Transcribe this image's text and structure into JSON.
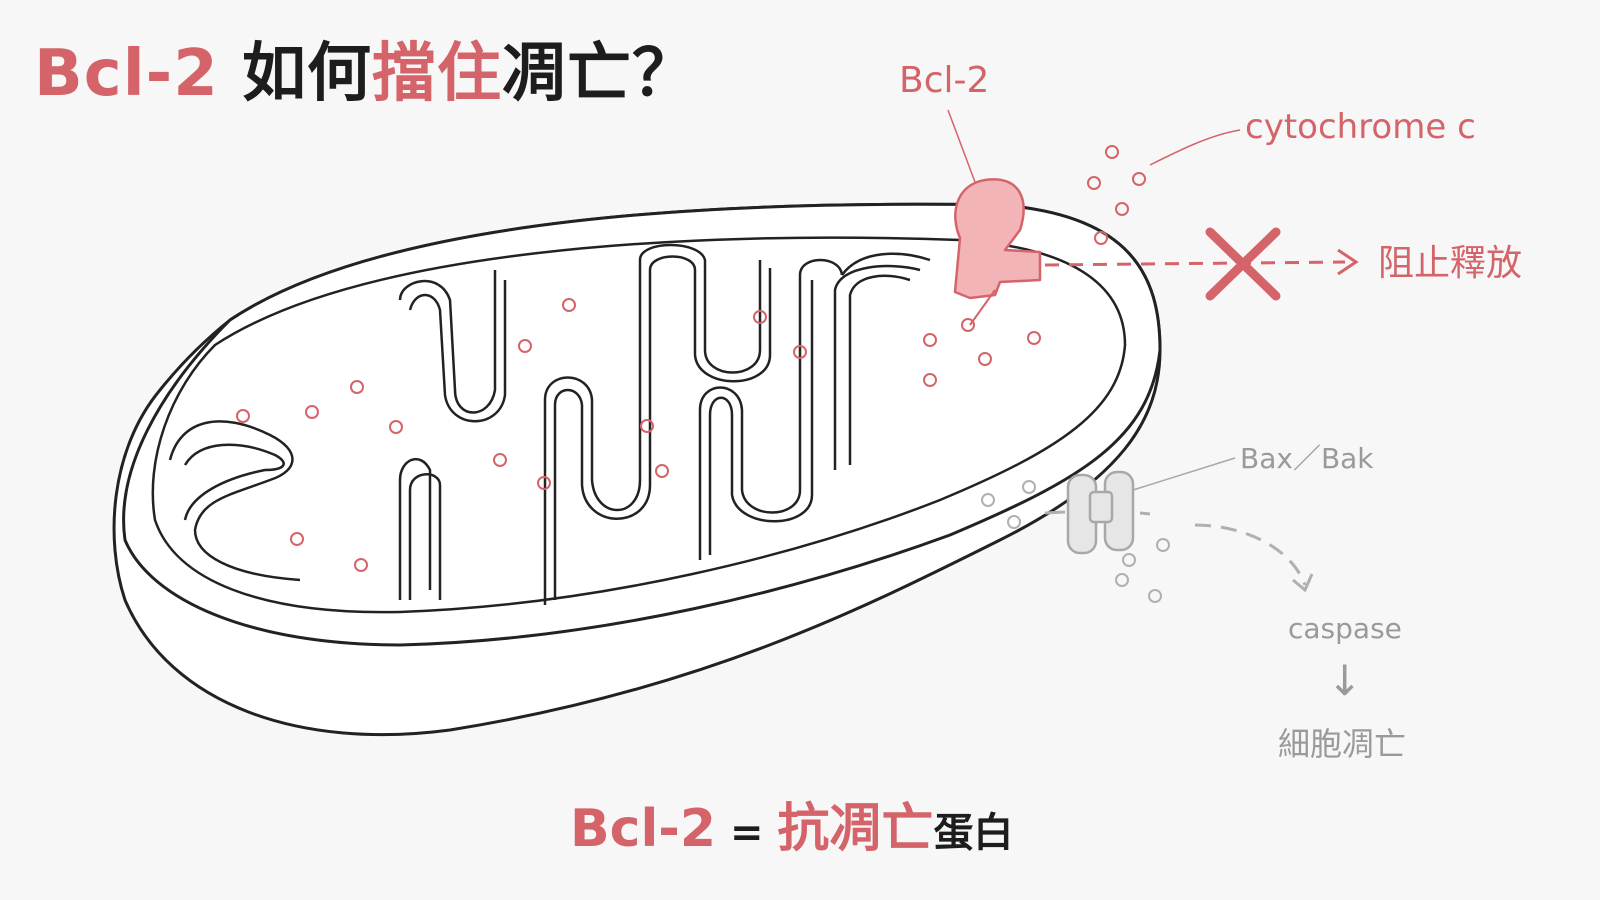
{
  "title": {
    "prefix": "Bcl-2",
    "part1": " 如何",
    "highlight": "擋住",
    "part2": "凋亡？"
  },
  "labels": {
    "bcl2": "Bcl-2",
    "cytochrome": "cytochrome c",
    "block": "阻止釋放",
    "baxbak": "Bax／Bak",
    "caspase": "caspase",
    "arrow": "↓",
    "apoptosis": "細胞凋亡"
  },
  "footer": {
    "term": "Bcl-2",
    "equals": " = ",
    "highlight": "抗凋亡",
    "suffix": "蛋白"
  },
  "colors": {
    "accent": "#d5646a",
    "outline": "#222222",
    "muted": "#9a9a9a",
    "protein_fill": "#f2b4b6"
  }
}
